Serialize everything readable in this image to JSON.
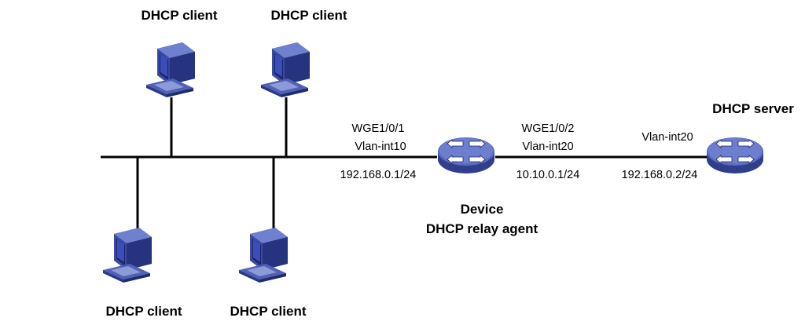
{
  "clients": {
    "top_left_label": "DHCP client",
    "top_right_label": "DHCP client",
    "bottom_left_label": "DHCP client",
    "bottom_right_label": "DHCP client"
  },
  "relay": {
    "name": "Device",
    "role": "DHCP relay agent",
    "left_port": "WGE1/0/1",
    "left_vlan": "Vlan-int10",
    "left_ip": "192.168.0.1/24",
    "right_port": "WGE1/0/2",
    "right_vlan": "Vlan-int20",
    "right_ip": "10.10.0.1/24"
  },
  "server": {
    "name": "DHCP server",
    "vlan": "Vlan-int20",
    "ip": "192.168.0.2/24"
  },
  "colors": {
    "device_blue": "#4a5bab",
    "device_blue_dark": "#2f3f8c",
    "pc_blue": "#3a4aa0",
    "pc_screen": "#1b2468"
  }
}
